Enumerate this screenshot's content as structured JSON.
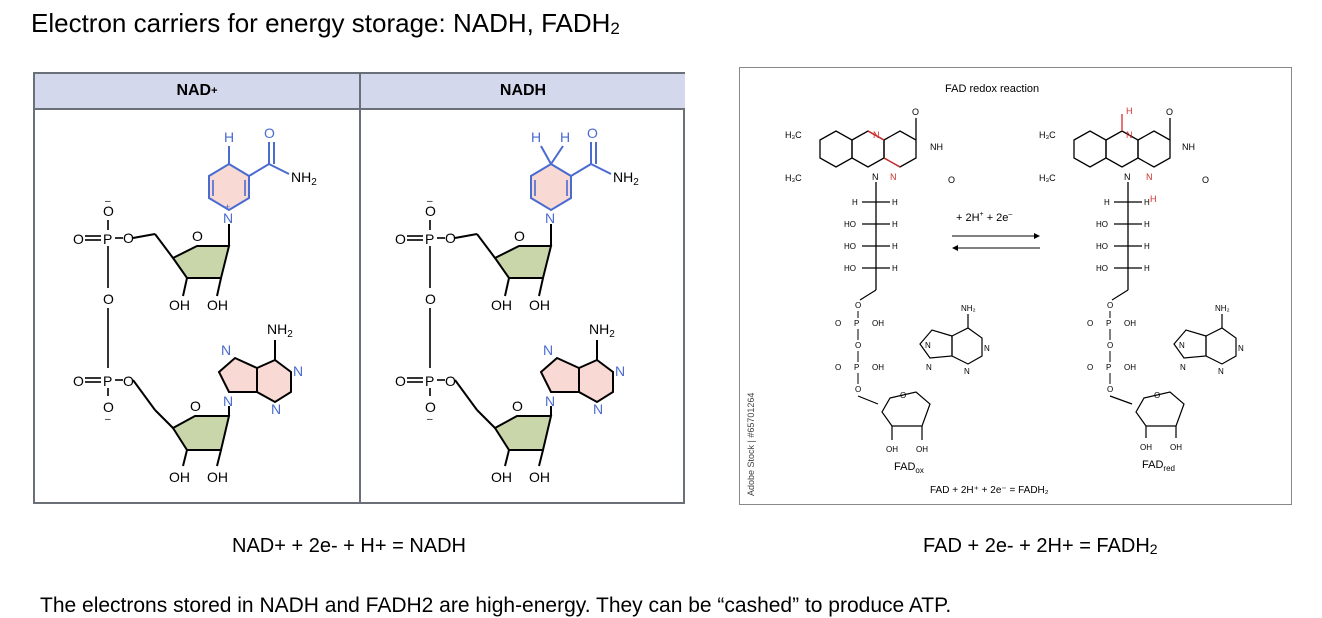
{
  "title": {
    "text": "Electron carriers for energy storage: NADH, FADH",
    "sub": "2"
  },
  "nad_panel": {
    "left_header": {
      "text": "NAD",
      "sup": "+"
    },
    "right_header": {
      "text": "NADH"
    },
    "atoms": {
      "h": "H",
      "o": "O",
      "n": "N",
      "nh2": "NH",
      "nh2_sub": "2",
      "oh": "OH",
      "o_minus": "O",
      "minus": "–",
      "p": "P",
      "plus": "+"
    }
  },
  "fad_panel": {
    "title": "FAD redox reaction",
    "arrow_label": {
      "text": "+ 2H",
      "sup1": "+",
      "mid": " + 2e",
      "sup2": "–"
    },
    "ox_label": {
      "text": "FAD",
      "sub": "ox"
    },
    "red_label": {
      "text": "FAD",
      "sub": "red"
    },
    "equation": "FAD + 2H⁺ + 2e⁻ = FADH₂",
    "stock_text": "Adobe Stock | #65701264",
    "atoms": {
      "h3c": "H₃C",
      "ho": "HO",
      "h": "H",
      "oh": "OH",
      "p": "P",
      "nh": "NH",
      "nh2": "NH₂",
      "n": "N",
      "o": "O"
    }
  },
  "equations": {
    "nad": {
      "text": "NAD+ + 2e- + H+ = NADH"
    },
    "fad": {
      "text": "FAD + 2e- + 2H+ = FADH",
      "sub": "2"
    }
  },
  "footer": "The electrons stored in NADH and FADH2 are high-energy. They can be “cashed” to produce ATP.",
  "colors": {
    "header_bg": "#d4d8ec",
    "ribose_fill": "#c9d6a9",
    "ring_fill": "#f8d9d3",
    "blue_atoms": "#4a6bd0",
    "red_atoms": "#d42c2c",
    "border": "#6b6f78"
  }
}
